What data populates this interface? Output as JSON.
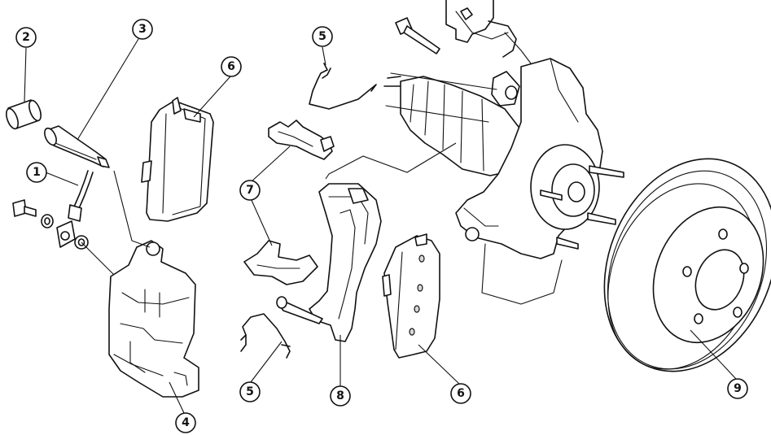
{
  "callouts": [
    {
      "id": "c2a",
      "label": "2"
    },
    {
      "id": "c3a",
      "label": "3"
    },
    {
      "id": "c1a",
      "label": "1"
    },
    {
      "id": "c6a",
      "label": "6"
    },
    {
      "id": "c5a",
      "label": "5"
    },
    {
      "id": "c7a",
      "label": "7"
    },
    {
      "id": "c4a",
      "label": "4"
    },
    {
      "id": "c5b",
      "label": "5"
    },
    {
      "id": "c8a",
      "label": "8"
    },
    {
      "id": "c6b",
      "label": "6"
    },
    {
      "id": "c9a",
      "label": "9"
    }
  ]
}
